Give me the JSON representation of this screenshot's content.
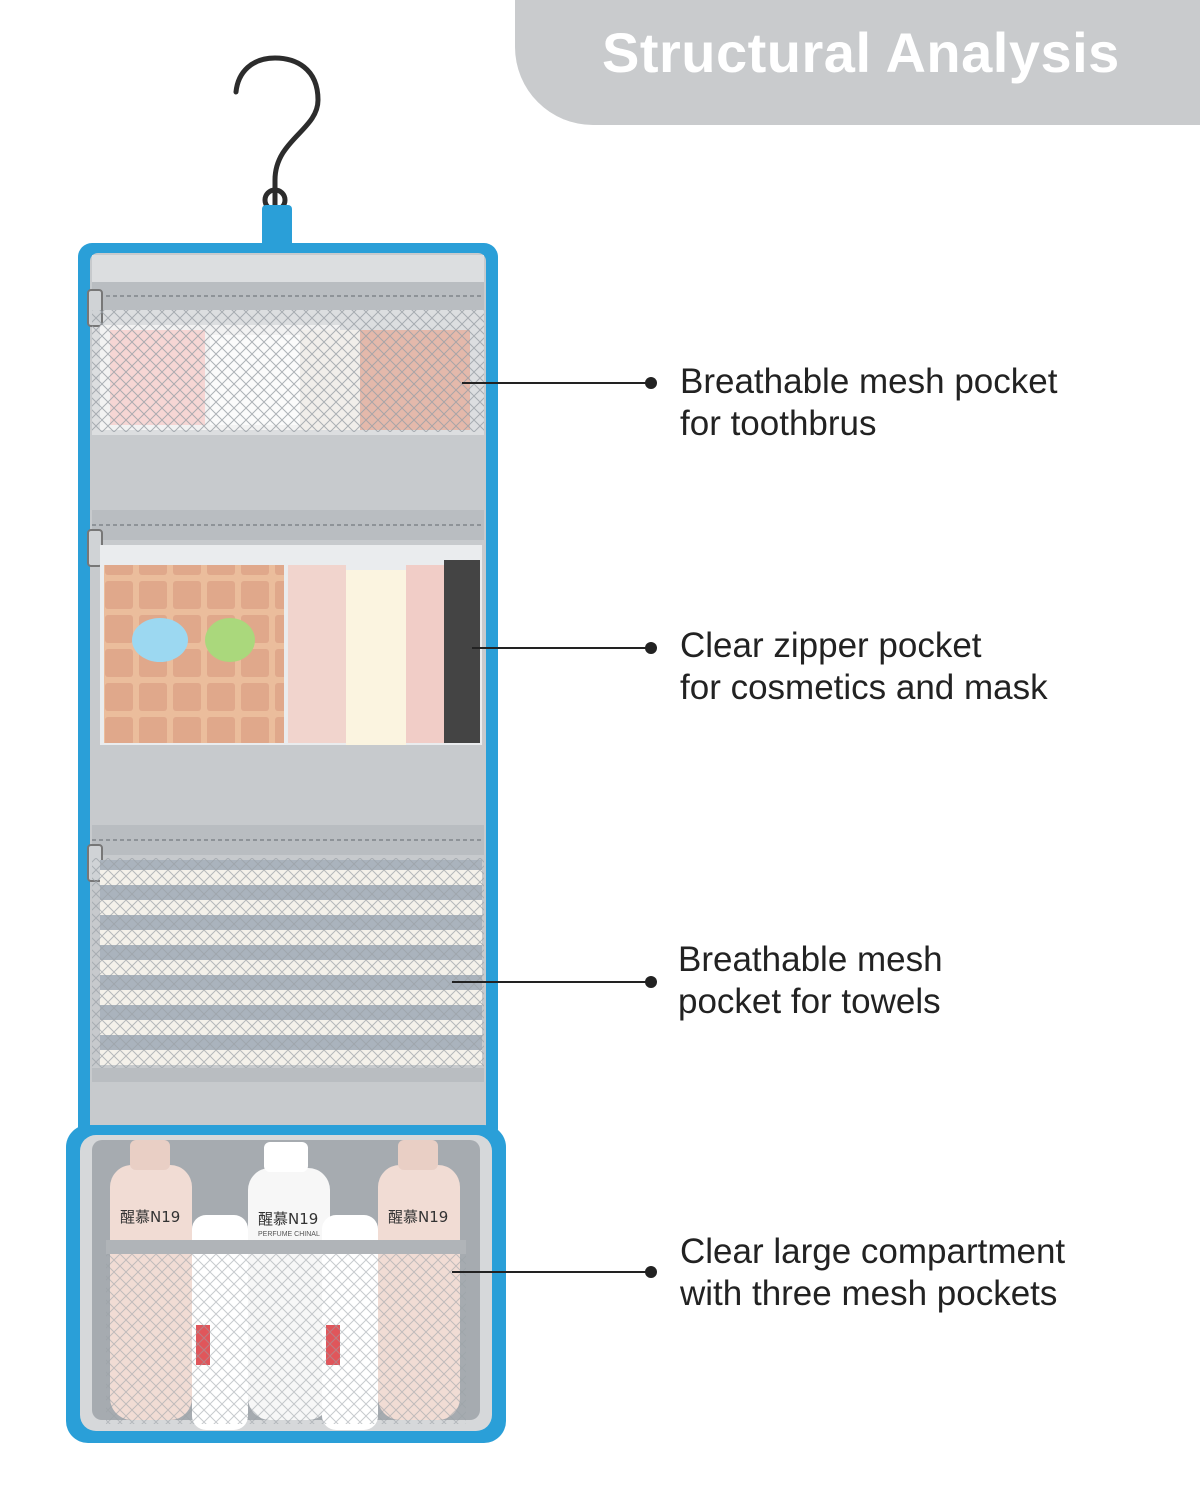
{
  "banner": {
    "title": "Structural Analysis"
  },
  "callouts": [
    {
      "line1": "Breathable mesh pocket",
      "line2": "for toothbrus"
    },
    {
      "line1": "Clear zipper pocket",
      "line2": "for cosmetics and mask"
    },
    {
      "line1": "Breathable mesh",
      "line2": "pocket for towels"
    },
    {
      "line1": "Clear large compartment",
      "line2": "with three mesh pockets"
    }
  ],
  "bottles": {
    "brand_label_1": "醒慕N19",
    "brand_label_2": "醒慕N19",
    "brand_label_3": "醒慕N19",
    "sub_label": "PERFUME CHINAL"
  },
  "colors": {
    "bag_trim": "#2a9fd8",
    "lining": "#c7cacd",
    "banner": "#c9cbcd",
    "text": "#222222"
  }
}
